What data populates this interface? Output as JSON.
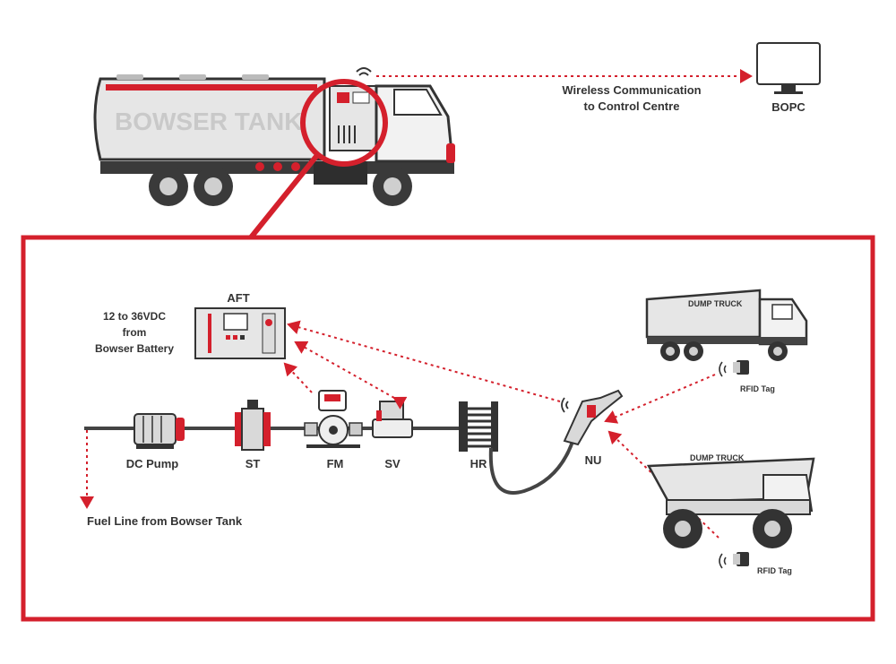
{
  "tank_label": "BOWSER TANK",
  "wireless": {
    "line1": "Wireless Communication",
    "line2": "to Control Centre"
  },
  "bopc_label": "BOPC",
  "aft_label": "AFT",
  "power": {
    "line1": "12 to 36VDC",
    "line2": "from",
    "line3": "Bowser Battery"
  },
  "components": {
    "dc_pump": "DC Pump",
    "st": "ST",
    "fm": "FM",
    "sv": "SV",
    "hr": "HR",
    "nu": "NU"
  },
  "fuel_line": "Fuel Line from Bowser Tank",
  "trucks": [
    {
      "label": "DUMP TRUCK",
      "tag": "RFID Tag"
    },
    {
      "label": "DUMP TRUCK",
      "tag": "RFID Tag"
    }
  ],
  "colors": {
    "accent": "#d4202c",
    "dark": "#333333",
    "light": "#e6e6e6",
    "mid": "#9a9a9a"
  }
}
